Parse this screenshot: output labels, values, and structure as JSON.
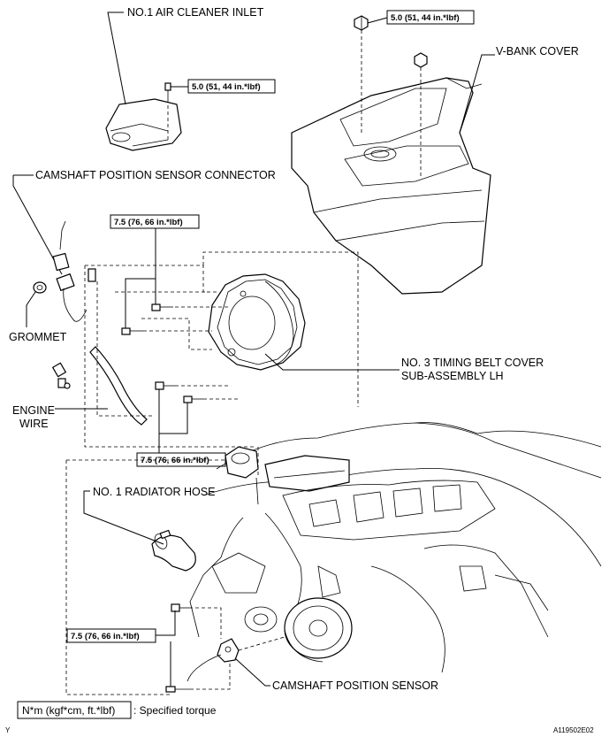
{
  "labels": {
    "air_cleaner_inlet": "NO.1 AIR CLEANER INLET",
    "v_bank_cover": "V-BANK COVER",
    "cam_sensor_connector": "CAMSHAFT POSITION SENSOR CONNECTOR",
    "grommet": "GROMMET",
    "engine_wire_1": "ENGINE",
    "engine_wire_2": "WIRE",
    "timing_cover_1": "NO. 3 TIMING BELT COVER",
    "timing_cover_2": "SUB-ASSEMBLY LH",
    "radiator_hose": "NO. 1 RADIATOR HOSE",
    "cam_sensor": "CAMSHAFT POSITION SENSOR"
  },
  "torques": {
    "vbank_nut": "5.0 (51, 44 in.*lbf)",
    "inlet_bolt": "5.0 (51, 44 in.*lbf)",
    "timing_upper": "7.5 (76, 66 in.*lbf)",
    "timing_lower": "7.5 (76, 66 in.*lbf)",
    "sensor_bolt": "7.5 (76, 66 in.*lbf)"
  },
  "legend": {
    "box_text": "N*m (kgf*cm, ft.*lbf)",
    "description": ": Specified torque"
  },
  "corner": {
    "left_mark": "Y",
    "figure_code": "A119502E02"
  }
}
